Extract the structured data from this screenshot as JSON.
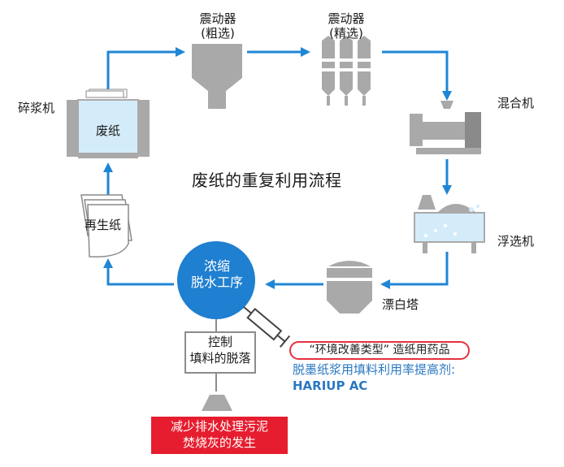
{
  "title": "废纸的重复利用流程",
  "nodes": {
    "pulper": {
      "label": "碎浆机",
      "inner_label": "废纸"
    },
    "vibrator_coarse": {
      "line1": "震动器",
      "line2": "(粗选)"
    },
    "vibrator_fine": {
      "line1": "震动器",
      "line2": "(精选)"
    },
    "mixer": {
      "label": "混合机"
    },
    "flotation": {
      "label": "浮选机"
    },
    "bleach_tower": {
      "label": "漂白塔"
    },
    "dewater": {
      "line1": "浓缩",
      "line2": "脱水工序"
    },
    "recycled_paper": {
      "label": "再生纸"
    },
    "control": {
      "line1": "控制",
      "line2": "填料的脱落"
    },
    "reduce": {
      "line1": "减少排水处理污泥",
      "line2": "焚烧灰的发生"
    }
  },
  "chemical": {
    "tag": "“环境改善类型” 造纸用药品",
    "line1": "脱墨纸浆用填料利用率提高剂:",
    "line2": "HARIUP AC"
  },
  "colors": {
    "flow_arrow": "#1f86d6",
    "equipment": "#a9a9a9",
    "equipment_dark": "#8a8a8a",
    "liquid": "#d4ecfa",
    "circle": "#1f7fd0",
    "alert_red": "#e51d2e",
    "note_blue": "#2a78c2"
  }
}
